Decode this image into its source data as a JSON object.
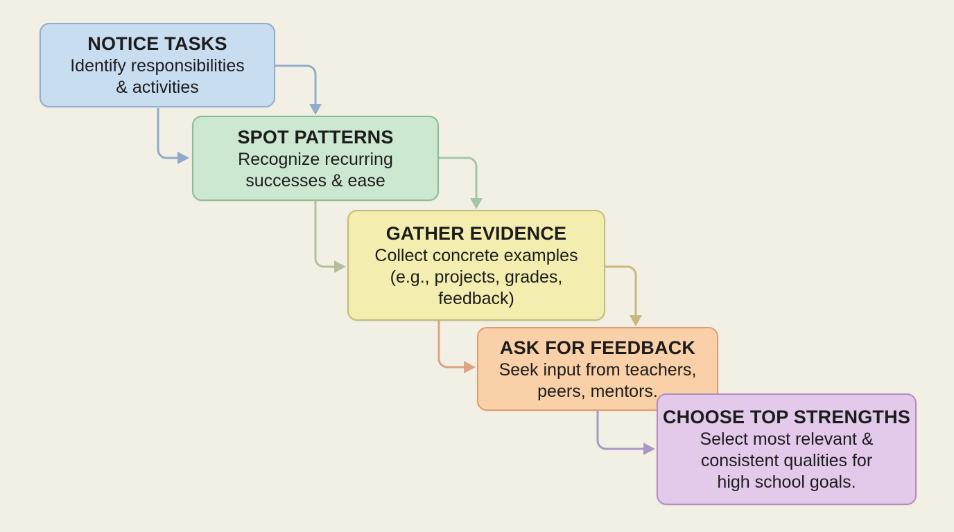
{
  "diagram": {
    "background_color": "#f2f0e4",
    "text_color": "#1c1c1c",
    "steps": [
      {
        "id": "notice-tasks",
        "title": "NOTICE TASKS",
        "body": "Identify responsibilities\n& activities",
        "fill": "#c9ddf1",
        "border": "#90aed0"
      },
      {
        "id": "spot-patterns",
        "title": "SPOT PATTERNS",
        "body": "Recognize recurring\nsuccesses & ease",
        "fill": "#cde8d0",
        "border": "#8dbb92"
      },
      {
        "id": "gather-evidence",
        "title": "GATHER EVIDENCE",
        "body": "Collect concrete examples\n(e.g., projects, grades,\nfeedback)",
        "fill": "#f3edaf",
        "border": "#c5ba79"
      },
      {
        "id": "ask-for-feedback",
        "title": "ASK FOR FEEDBACK",
        "body": "Seek input from teachers,\npeers, mentors.",
        "fill": "#f9d0a7",
        "border": "#dd9e6f"
      },
      {
        "id": "choose-top-strengths",
        "title": "CHOOSE TOP STRENGTHS",
        "body": "Select most relevant &\nconsistent qualities for\nhigh school goals.",
        "fill": "#e3c9ea",
        "border": "#b08ec0"
      }
    ],
    "arrows": [
      {
        "name": "notice-to-spot-top",
        "color": "#92accf"
      },
      {
        "name": "notice-to-spot-left",
        "color": "#8fa8cc"
      },
      {
        "name": "spot-to-gather-top",
        "color": "#a2c6a7"
      },
      {
        "name": "spot-to-gather-left",
        "color": "#b4bfa2"
      },
      {
        "name": "gather-to-ask-top",
        "color": "#c6b97a"
      },
      {
        "name": "gather-to-ask-left",
        "color": "#dda384"
      },
      {
        "name": "ask-to-choose-left",
        "color": "#ab97c4"
      }
    ]
  }
}
